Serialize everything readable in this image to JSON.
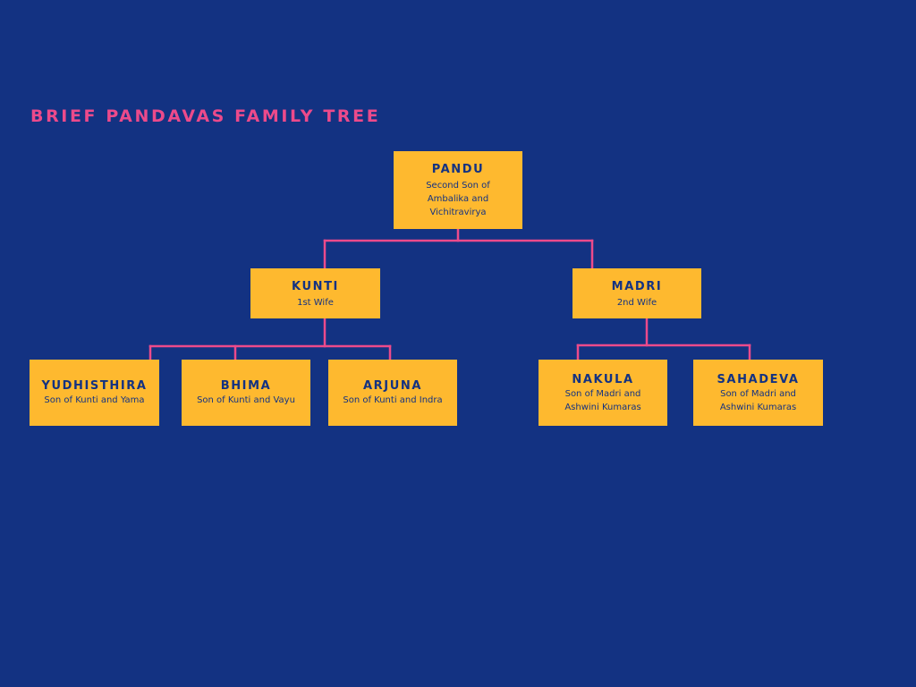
{
  "title": "BRIEF PANDAVAS FAMILY TREE",
  "colors": {
    "background": "#133282",
    "box": "#feb92f",
    "connector": "#ec4a8b",
    "title": "#ec4a8b",
    "text": "#133282"
  },
  "nodes": {
    "pandu": {
      "name": "PANDU",
      "desc": "Second Son of Ambalika and Vichitravirya"
    },
    "kunti": {
      "name": "KUNTI",
      "desc": "1st Wife"
    },
    "madri": {
      "name": "MADRI",
      "desc": "2nd Wife"
    },
    "yudhisthira": {
      "name": "YUDHISTHIRA",
      "desc": "Son of Kunti and Yama"
    },
    "bhima": {
      "name": "BHIMA",
      "desc": "Son of Kunti and Vayu"
    },
    "arjuna": {
      "name": "ARJUNA",
      "desc": "Son of Kunti and Indra"
    },
    "nakula": {
      "name": "NAKULA",
      "desc": "Son of Madri and Ashwini Kumaras"
    },
    "sahadeva": {
      "name": "SAHADEVA",
      "desc": "Son of Madri and Ashwini Kumaras"
    }
  },
  "edges": [
    [
      "pandu",
      "kunti"
    ],
    [
      "pandu",
      "madri"
    ],
    [
      "kunti",
      "yudhisthira"
    ],
    [
      "kunti",
      "bhima"
    ],
    [
      "kunti",
      "arjuna"
    ],
    [
      "madri",
      "nakula"
    ],
    [
      "madri",
      "sahadeva"
    ]
  ]
}
